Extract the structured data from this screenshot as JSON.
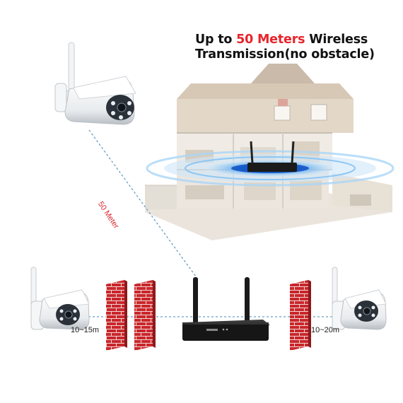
{
  "headline": {
    "prefix": "Up to ",
    "highlight": "50 Meters",
    "suffix": " Wireless",
    "line2": "Transmission(no obstacle)",
    "highlight_color": "#e8242b"
  },
  "distance_label": "50 Meter",
  "left_range_label": "10~15m",
  "right_range_label": "10~20m",
  "colors": {
    "brick": "#c9262b",
    "dashed_line": "#6a9fc4",
    "signal": "#1e7ad6",
    "nvr": "#1a1a1a"
  },
  "icons": [
    "camera-icon",
    "nvr-router-icon",
    "brick-wall-icon",
    "house-illustration"
  ]
}
